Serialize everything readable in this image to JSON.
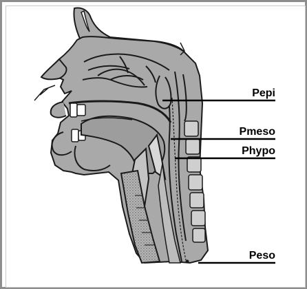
{
  "colors": {
    "tissue": "#a9a9a9",
    "tissue_dark": "#7c7c7c",
    "outline": "#1a1a1a",
    "frame": "#8e8e8e"
  },
  "labels": {
    "pepi": "Pepi",
    "pmeso": "Pmeso",
    "phypo": "Phypo",
    "peso": "Peso"
  }
}
